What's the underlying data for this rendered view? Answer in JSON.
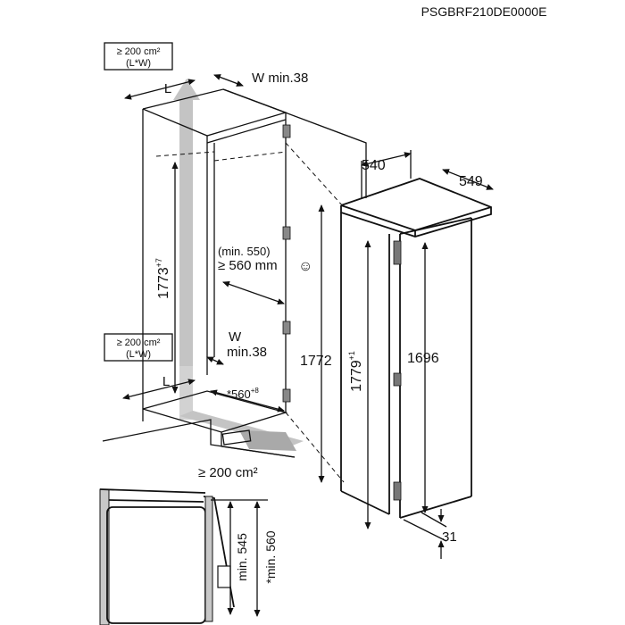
{
  "model_code": "PSGBRF210DE0000E",
  "ventilation": {
    "top_box": {
      "line1": "≥ 200 cm²",
      "line2": "(L*W)"
    },
    "bottom_box": {
      "line1": "≥ 200 cm²",
      "line2": "(L*W)"
    },
    "plinth_label": "≥ 200 cm²"
  },
  "niche": {
    "top_L": "L",
    "top_W": "W min.38",
    "height": "1773",
    "height_tol": "+7",
    "depth_label_1": "(min. 550)",
    "depth_label_2": "≥ 560 mm",
    "depth_symbol": "☺",
    "bottom_W_1": "W",
    "bottom_W_2": "min.38",
    "bottom_L": "L",
    "bottom_depth": "*560",
    "bottom_depth_tol": "+8",
    "front_height": "1772"
  },
  "appliance": {
    "width": "540",
    "depth": "549",
    "height": "1779",
    "height_tol": "+1",
    "door_height": "1696",
    "gap": "31"
  },
  "detail": {
    "min_545": "min. 545",
    "min_560": "*min. 560"
  },
  "colors": {
    "line": "#111111",
    "airflow": "#c8c8c8",
    "background": "#ffffff"
  }
}
